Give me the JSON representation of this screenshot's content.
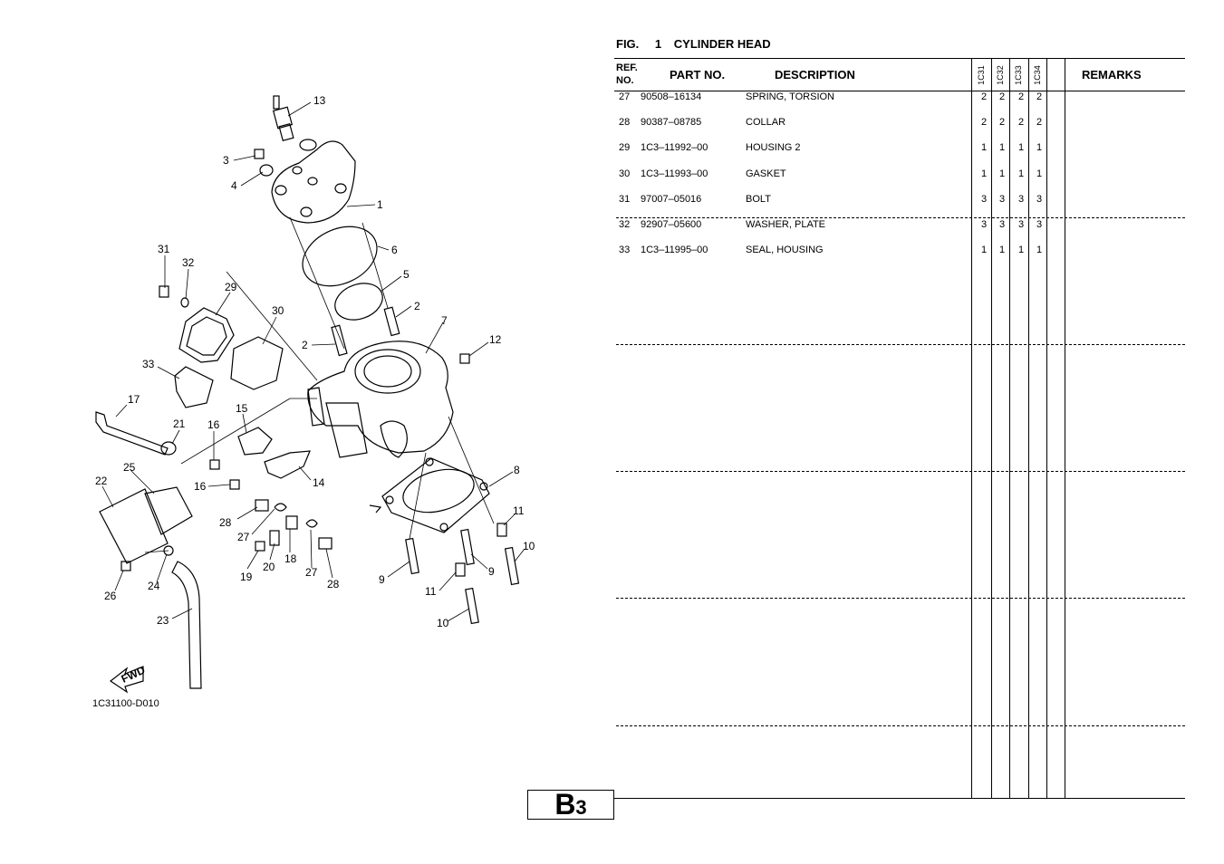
{
  "figure": {
    "label": "FIG.",
    "number": "1",
    "title": "CYLINDER HEAD",
    "drawing_number": "1C31100-D010",
    "fwd_label": "FWD",
    "page_code_letter": "B",
    "page_code_number": "3"
  },
  "table": {
    "headers": {
      "ref_no": "REF. NO.",
      "part_no": "PART NO.",
      "description": "DESCRIPTION",
      "remarks": "REMARKS"
    },
    "model_columns": [
      "1C31",
      "1C32",
      "1C33",
      "1C34"
    ],
    "rows": [
      {
        "ref": "27",
        "part": "90508–16134",
        "desc": "SPRING, TORSION",
        "qty": [
          "2",
          "2",
          "2",
          "2"
        ]
      },
      {
        "ref": "28",
        "part": "90387–08785",
        "desc": "COLLAR",
        "qty": [
          "2",
          "2",
          "2",
          "2"
        ]
      },
      {
        "ref": "29",
        "part": "1C3–11992–00",
        "desc": "HOUSING 2",
        "qty": [
          "1",
          "1",
          "1",
          "1"
        ]
      },
      {
        "ref": "30",
        "part": "1C3–11993–00",
        "desc": "GASKET",
        "qty": [
          "1",
          "1",
          "1",
          "1"
        ]
      },
      {
        "ref": "31",
        "part": "97007–05016",
        "desc": "BOLT",
        "qty": [
          "3",
          "3",
          "3",
          "3"
        ]
      },
      {
        "ref": "32",
        "part": "92907–05600",
        "desc": "WASHER, PLATE",
        "qty": [
          "3",
          "3",
          "3",
          "3"
        ]
      },
      {
        "ref": "33",
        "part": "1C3–11995–00",
        "desc": "SEAL, HOUSING",
        "qty": [
          "1",
          "1",
          "1",
          "1"
        ]
      }
    ]
  },
  "callouts": [
    "13",
    "3",
    "4",
    "1",
    "6",
    "5",
    "2",
    "2",
    "7",
    "12",
    "31",
    "32",
    "29",
    "30",
    "33",
    "17",
    "21",
    "16",
    "15",
    "14",
    "16",
    "8",
    "22",
    "25",
    "28",
    "27",
    "20",
    "18",
    "27",
    "28",
    "19",
    "11",
    "10",
    "9",
    "9",
    "11",
    "10",
    "26",
    "24",
    "23"
  ]
}
